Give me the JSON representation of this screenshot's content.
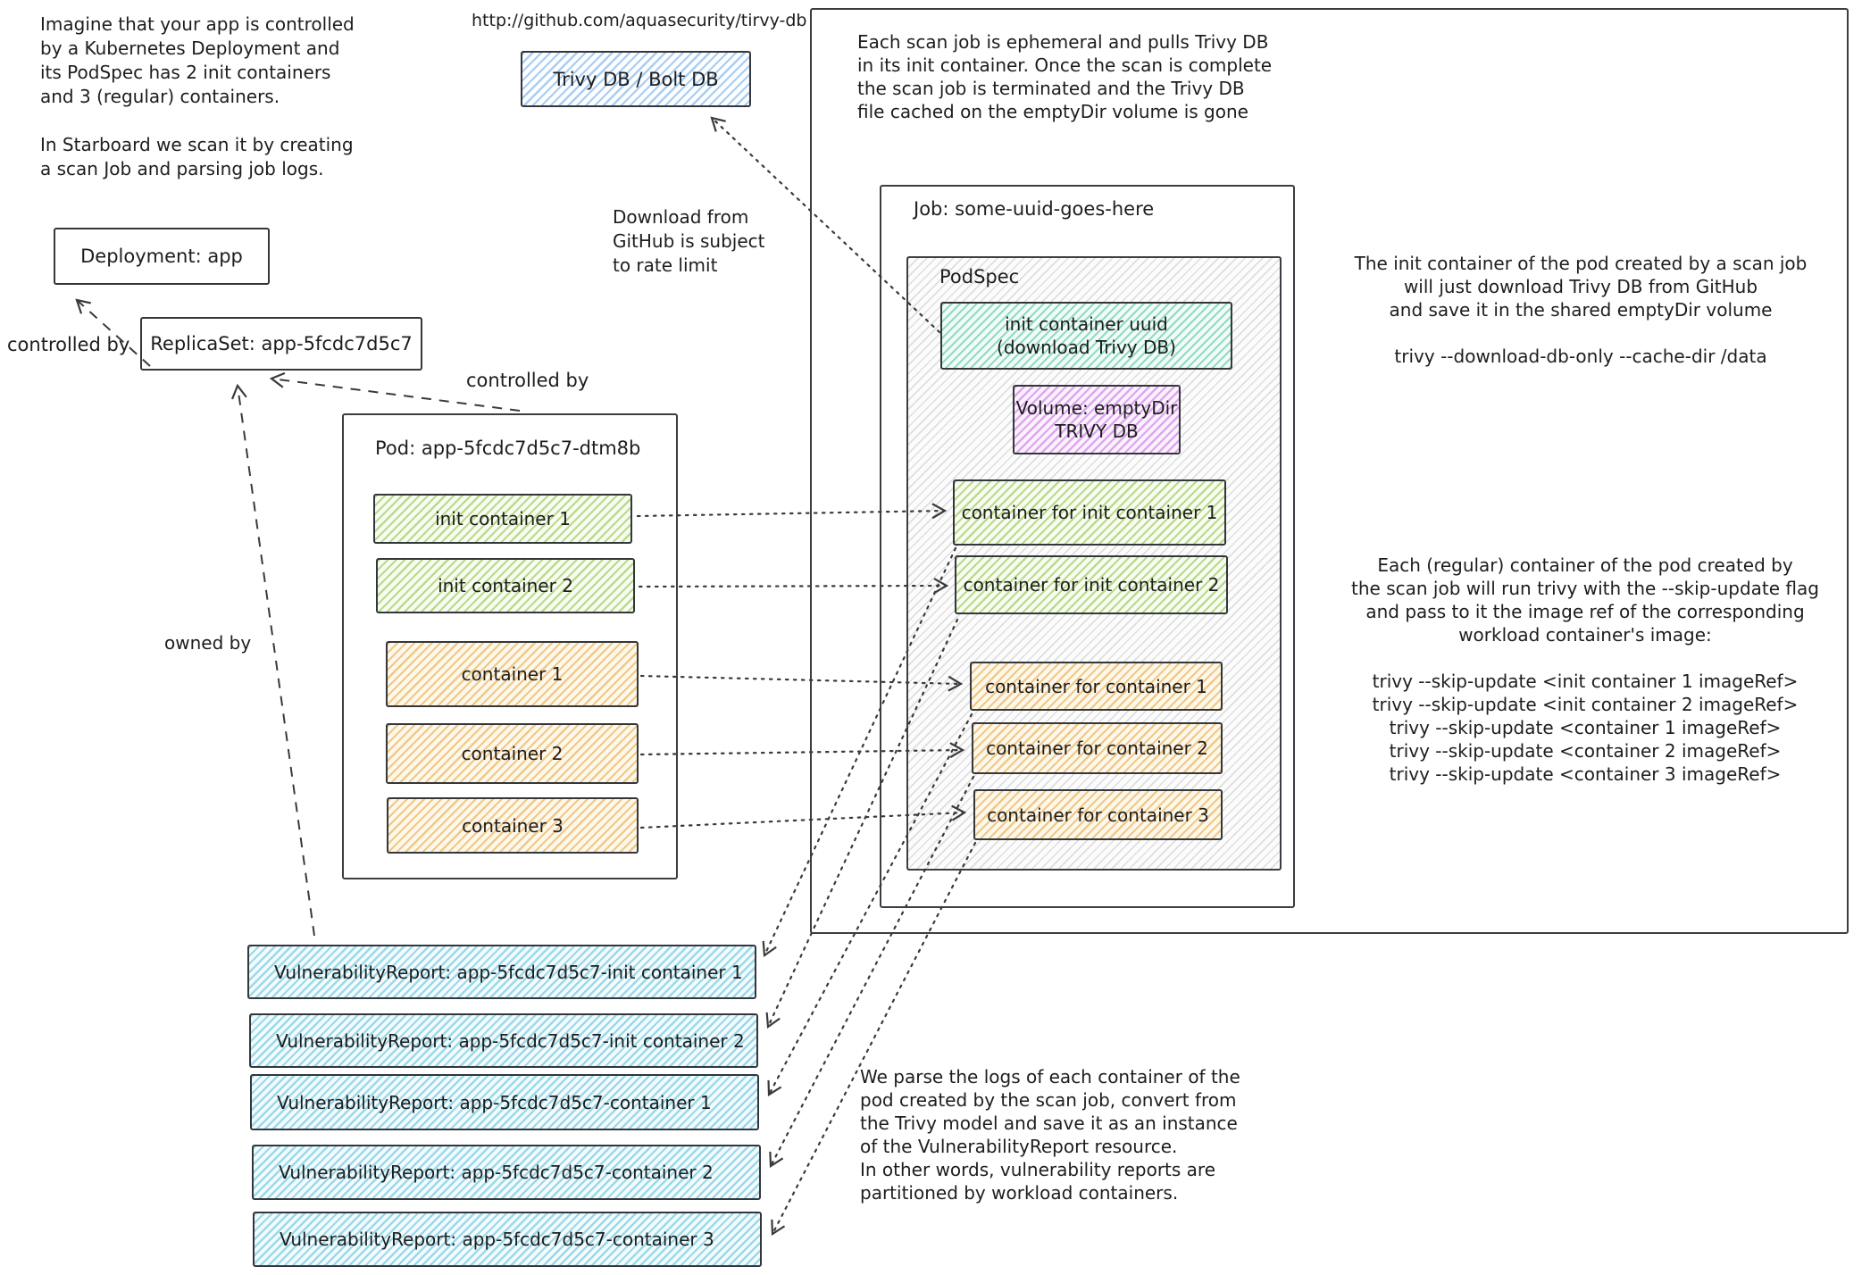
{
  "notes": {
    "intro": "Imagine that your app is controlled\nby a Kubernetes Deployment and\nits PodSpec has 2 init containers\nand 3 (regular) containers.\n\nIn Starboard we scan it by creating\na scan Job and parsing job logs.",
    "github_url": "http://github.com/aquasecurity/tirvy-db",
    "rate_limit": "Download from\nGitHub is subject\nto rate limit",
    "ephemeral": "Each scan job is ephemeral and pulls Trivy DB\nin its init container. Once the scan is complete\nthe scan job is terminated and the Trivy DB\nfile cached on the emptyDir volume is gone",
    "init_download": "The init container of the pod created by a scan job\nwill just download Trivy DB from GitHub\nand save it in the shared emptyDir volume\n\ntrivy --download-db-only --cache-dir /data",
    "regular_scan": "Each (regular) container of the pod created by\nthe scan job will run trivy with the --skip-update flag\nand pass to it the image ref of the corresponding\nworkload container's image:\n\ntrivy --skip-update <init container 1 imageRef>\ntrivy --skip-update <init container 2 imageRef>\ntrivy --skip-update <container 1 imageRef>\ntrivy --skip-update <container 2 imageRef>\ntrivy --skip-update <container 3 imageRef>",
    "parse_logs": "We parse the logs of each container of the\npod created by the scan job, convert from\nthe Trivy model and save it as an instance\nof the VulnerabilityReport resource.\nIn other words, vulnerability reports are\npartitioned by workload containers."
  },
  "labels": {
    "controlled_by_1": "controlled by",
    "controlled_by_2": "controlled by",
    "owned_by": "owned by"
  },
  "nodes": {
    "trivy_db": "Trivy DB / Bolt DB",
    "deployment": "Deployment: app",
    "replicaset": "ReplicaSet: app-5fcdc7d5c7",
    "pod_title": "Pod: app-5fcdc7d5c7-dtm8b",
    "job_title": "Job: some-uuid-goes-here",
    "podspec_title": "PodSpec",
    "init_uuid": "init container uuid\n(download Trivy DB)",
    "volume": "Volume: emptyDir\nTRIVY DB",
    "pod_containers": [
      "init container 1",
      "init container 2",
      "container 1",
      "container 2",
      "container 3"
    ],
    "job_containers": [
      "container for init container 1",
      "container for init container 2",
      "container for container 1",
      "container for container 2",
      "container for container 3"
    ],
    "reports": [
      "VulnerabilityReport: app-5fcdc7d5c7-init container 1",
      "VulnerabilityReport: app-5fcdc7d5c7-init container 2",
      "VulnerabilityReport: app-5fcdc7d5c7-container 1",
      "VulnerabilityReport: app-5fcdc7d5c7-container 2",
      "VulnerabilityReport: app-5fcdc7d5c7-container 3"
    ]
  },
  "colors": {
    "trivy_db_hatch": "#a9cdf2",
    "report_hatch": "#9bd9ea",
    "init_uuid_hatch": "#8fdcc0",
    "volume_hatch": "#dda6ef",
    "green_container_hatch": "#b8dc8c",
    "orange_container_hatch": "#f1c887",
    "podspec_hatch": "#dedede",
    "stroke": "#33373b"
  }
}
